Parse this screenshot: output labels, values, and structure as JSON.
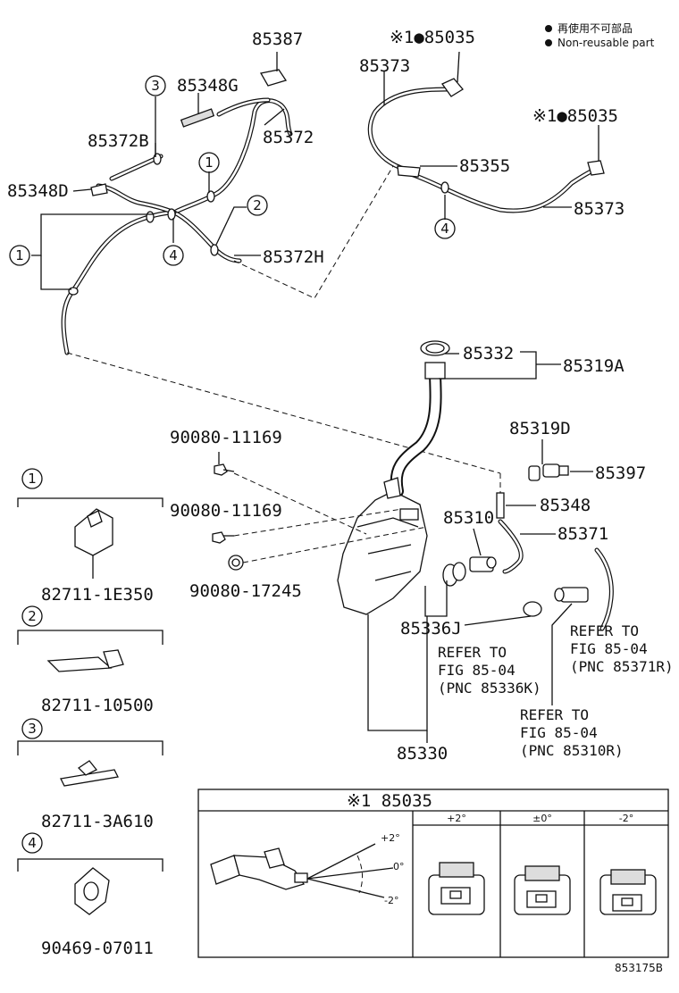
{
  "legend": {
    "nonreusable_jp": "再使用不可部品",
    "nonreusable_en": "Non-reusable part"
  },
  "labels": {
    "p85387": "85387",
    "p85348G": "85348G",
    "p85372": "85372",
    "p85372B": "85372B",
    "p85348D": "85348D",
    "p85372H": "85372H",
    "p85035_a": "※1●85035",
    "p85373_a": "85373",
    "p85035_b": "※1●85035",
    "p85355": "85355",
    "p85373_b": "85373",
    "p85332": "85332",
    "p85319A": "85319A",
    "p90080_11169_a": "90080-11169",
    "p85319D": "85319D",
    "p85397": "85397",
    "p85348": "85348",
    "p90080_11169_b": "90080-11169",
    "p85310": "85310",
    "p85371": "85371",
    "p90080_17245": "90080-17245",
    "p85336J": "85336J",
    "p85330": "85330",
    "ref1": [
      "REFER TO",
      "FIG 85-04",
      "(PNC 85371R)"
    ],
    "ref2": [
      "REFER TO",
      "FIG 85-04",
      "(PNC 85336K)"
    ],
    "ref3": [
      "REFER TO",
      "FIG 85-04",
      "(PNC 85310R)"
    ]
  },
  "callouts": [
    "①",
    "②",
    "③",
    "④"
  ],
  "clips": [
    {
      "callout": "①",
      "part_no": "82711-1E350"
    },
    {
      "callout": "②",
      "part_no": "82711-10500"
    },
    {
      "callout": "③",
      "part_no": "82711-3A610"
    },
    {
      "callout": "④",
      "part_no": "90469-07011"
    }
  ],
  "detail": {
    "title": "※1 85035",
    "angle_top": "+2°",
    "angle_mid": "0°",
    "angle_bot": "-2°",
    "columns": [
      "+2°",
      "±0°",
      "-2°"
    ]
  },
  "figure_id": "853175B"
}
